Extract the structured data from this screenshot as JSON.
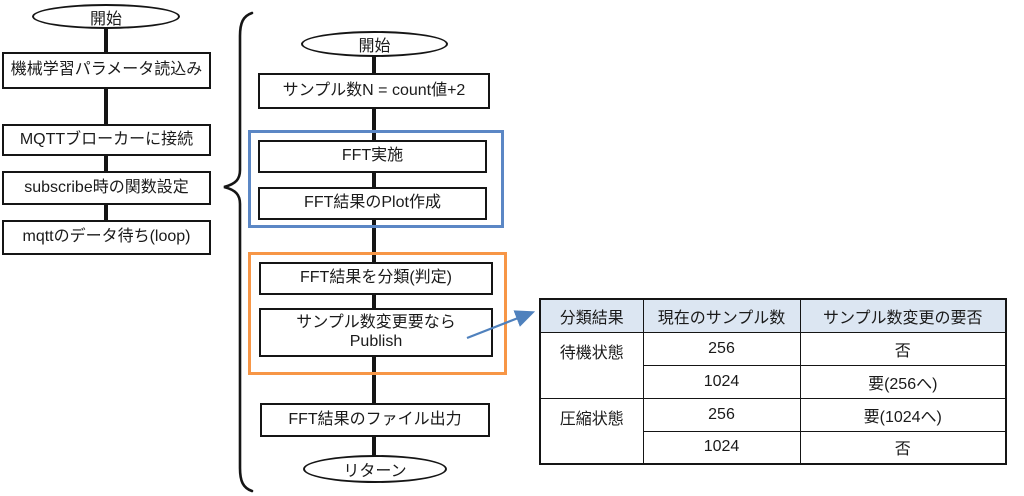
{
  "left_flow": {
    "start_label": "開始",
    "steps": [
      {
        "label": "機械学習パラメータ読込み"
      },
      {
        "label": "MQTTブローカーに接続"
      },
      {
        "label": "subscribe時の関数設定"
      },
      {
        "label": "mqttのデータ待ち(loop)"
      }
    ]
  },
  "right_flow": {
    "start_label": "開始",
    "sample_step": "サンプル数N = count値+2",
    "fft_steps": [
      {
        "label": "FFT実施"
      },
      {
        "label": "FFT結果のPlot作成"
      }
    ],
    "classify_steps": [
      {
        "label": "FFT結果を分類(判定)"
      },
      {
        "line1": "サンプル数変更要なら",
        "line2": "Publish"
      }
    ],
    "output_step": "FFT結果のファイル出力",
    "end_label": "リターン"
  },
  "table": {
    "headers": [
      "分類結果",
      "現在のサンプル数",
      "サンプル数変更の要否"
    ],
    "groups": [
      {
        "state": "待機状態",
        "rows": [
          {
            "samples": "256",
            "change": "否"
          },
          {
            "samples": "1024",
            "change": "要(256へ)"
          }
        ]
      },
      {
        "state": "圧縮状態",
        "rows": [
          {
            "samples": "256",
            "change": "要(1024へ)"
          },
          {
            "samples": "1024",
            "change": "否"
          }
        ]
      }
    ]
  },
  "colors": {
    "fft_group_border": "#5b87c5",
    "classify_group_border": "#f79646",
    "table_header_bg": "#dce6f2",
    "reference_arrow": "#4f81bd",
    "node_border": "#151515"
  }
}
